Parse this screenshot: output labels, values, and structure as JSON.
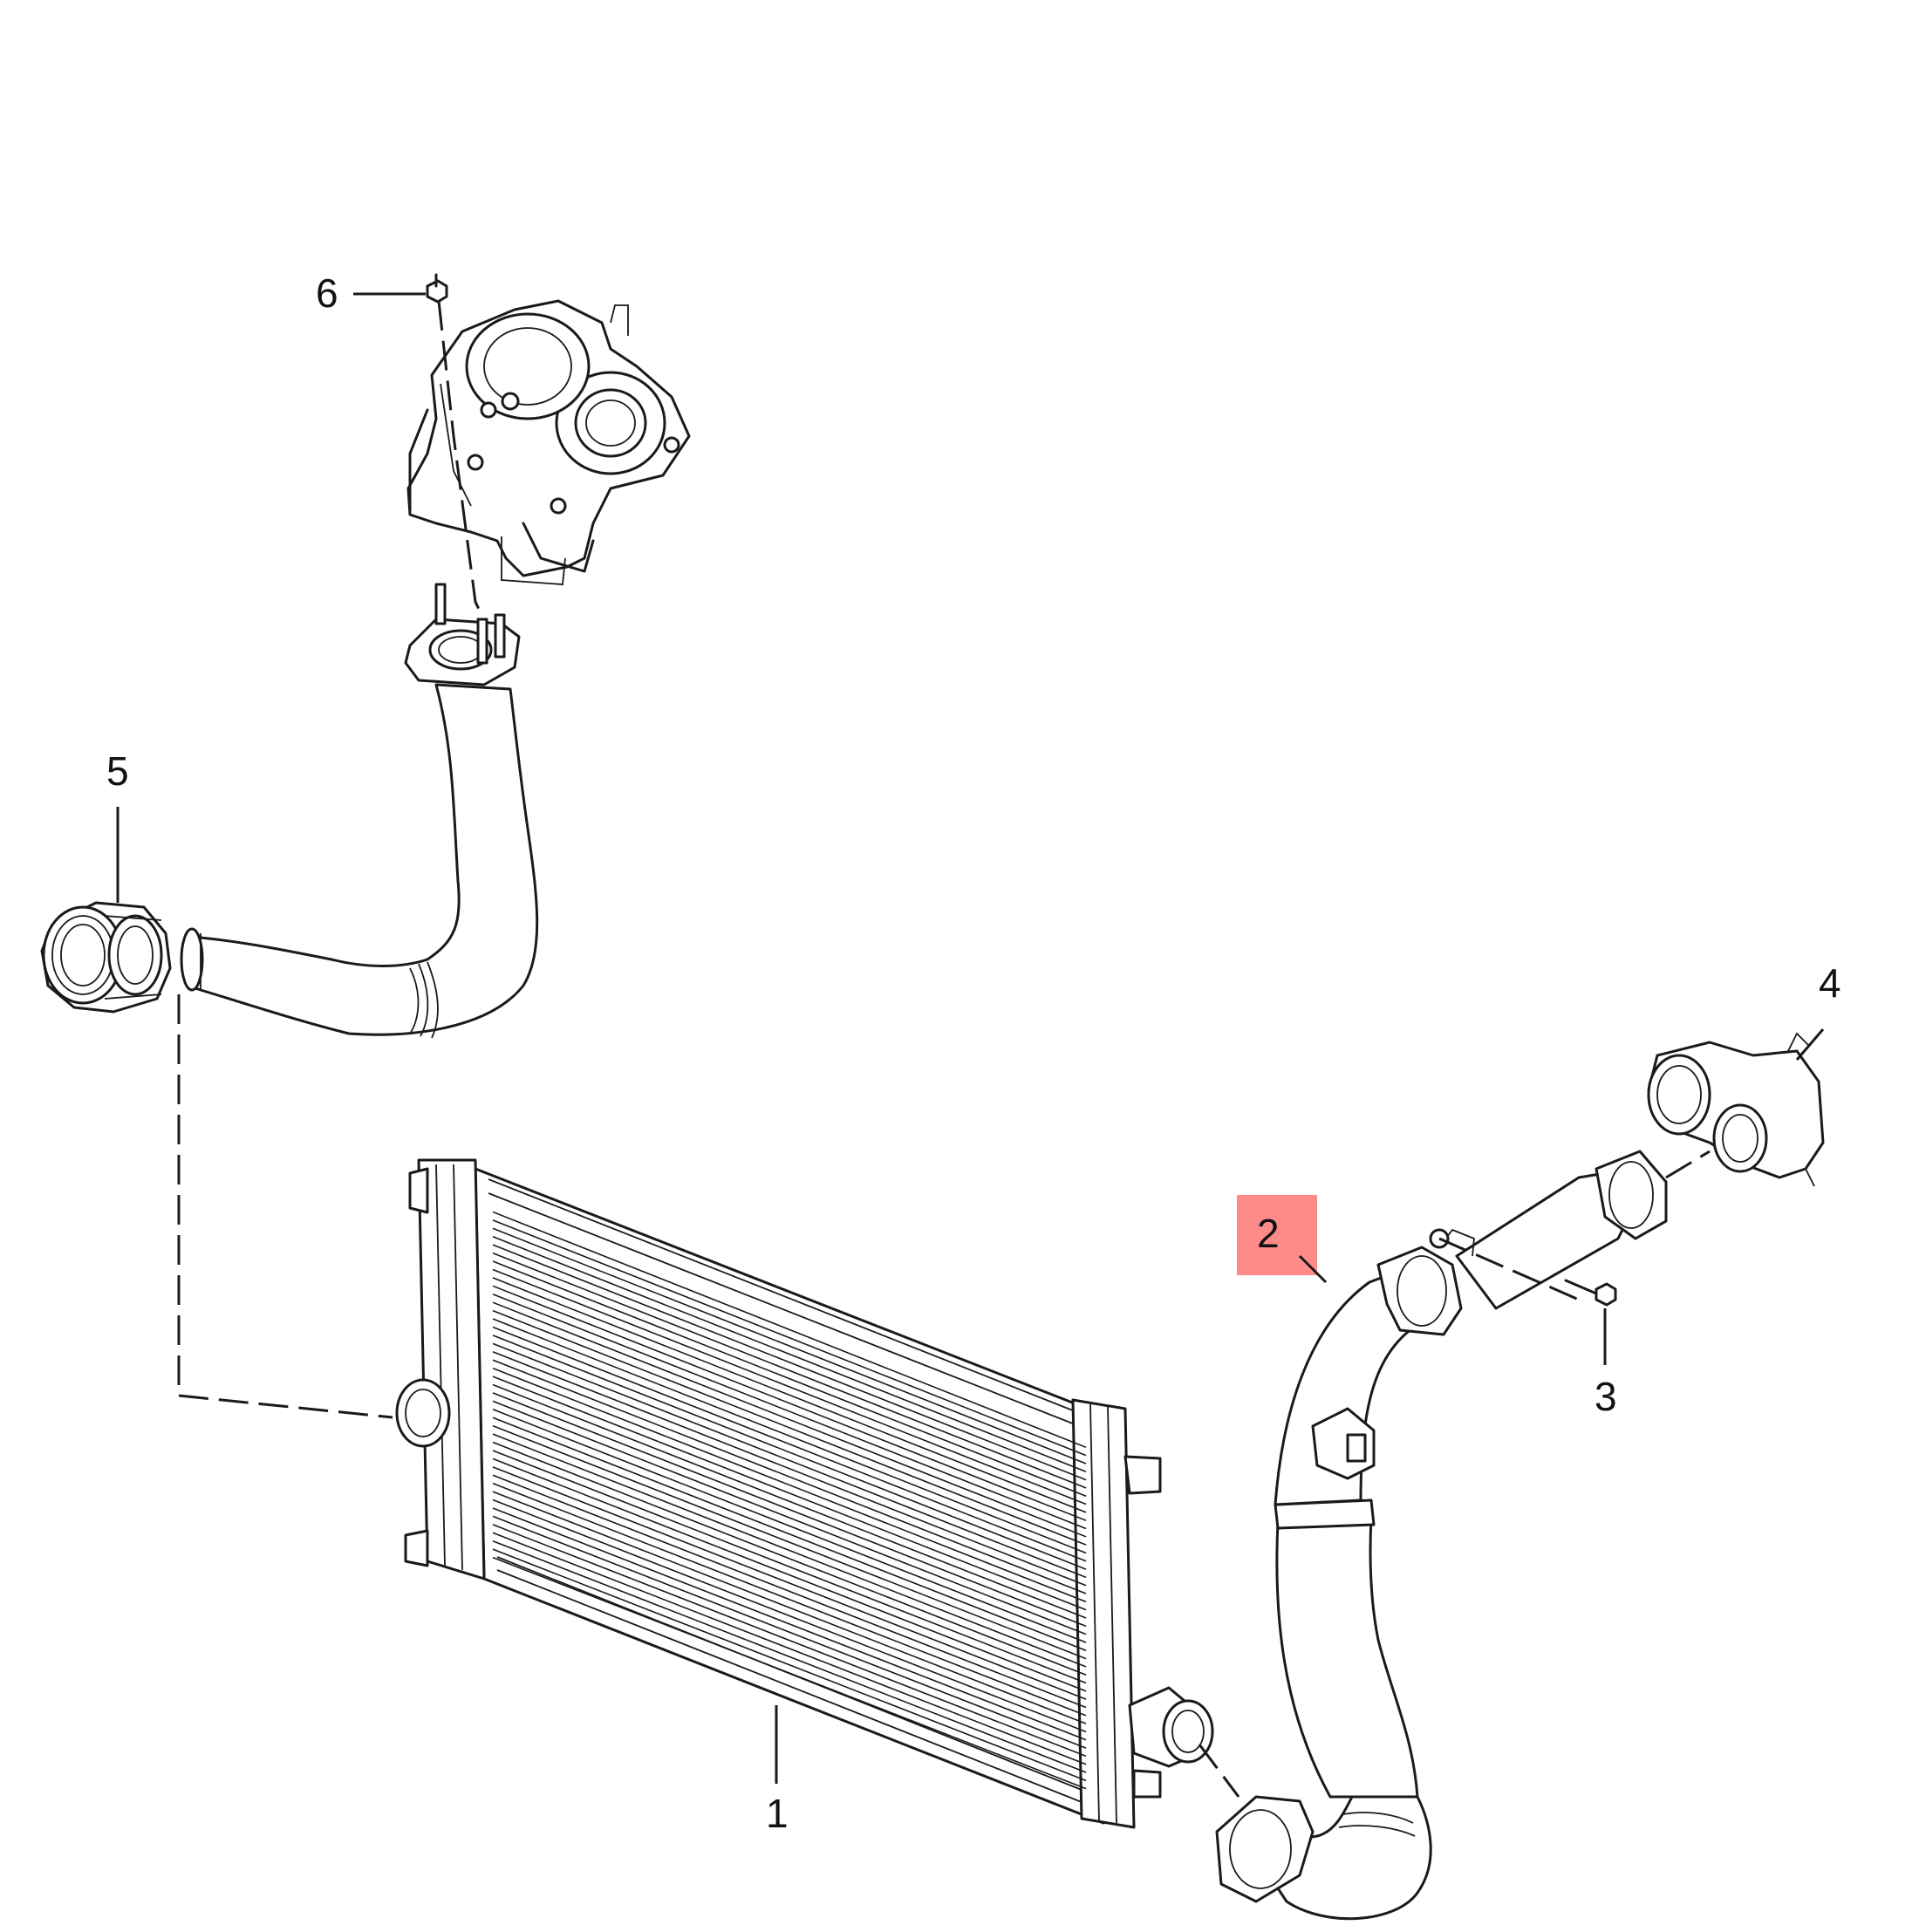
{
  "callouts": [
    {
      "id": "1",
      "label": "1",
      "part": "intercooler"
    },
    {
      "id": "2",
      "label": "2",
      "part": "charge-air-hose-right",
      "highlighted": true
    },
    {
      "id": "3",
      "label": "3",
      "part": "bolt"
    },
    {
      "id": "4",
      "label": "4",
      "part": "air-duct-connector"
    },
    {
      "id": "5",
      "label": "5",
      "part": "hose-clamp-connector"
    },
    {
      "id": "6",
      "label": "6",
      "part": "nut"
    }
  ],
  "colors": {
    "highlight": "#ff8a8a",
    "line": "#1a1a1a",
    "background": "#ffffff"
  }
}
